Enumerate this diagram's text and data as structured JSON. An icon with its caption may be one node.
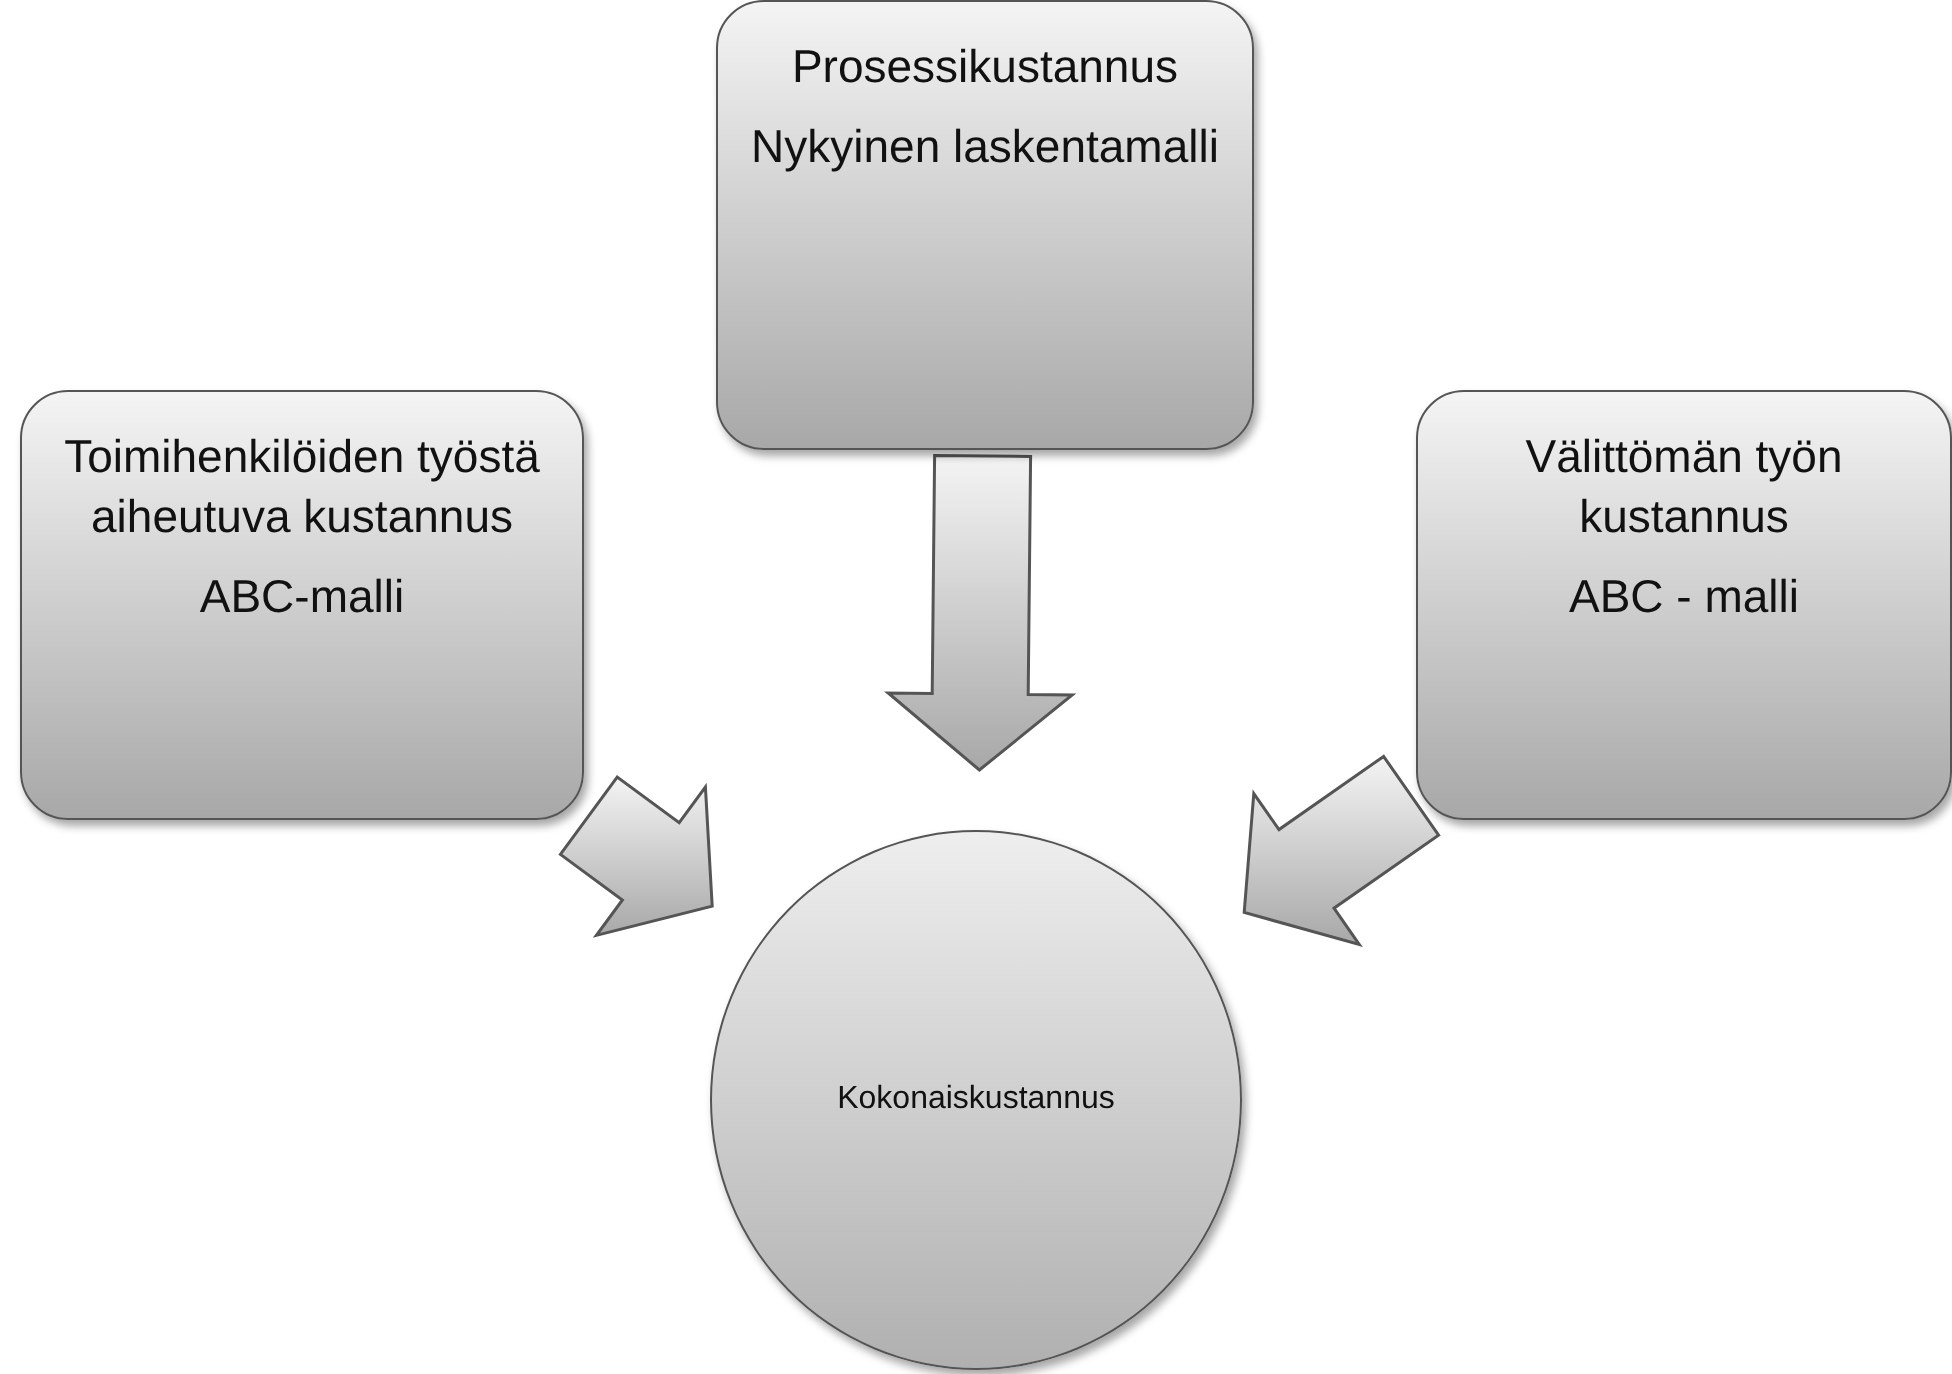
{
  "diagram": {
    "nodes": [
      {
        "text": [
          "Prosessikustannus",
          "Nykyinen laskentamalli"
        ]
      },
      {
        "text": [
          "Toimihenkilöiden työstä aiheutuva kustannus",
          "ABC-malli"
        ]
      },
      {
        "text": [
          "Välittömän työn kustannus",
          "ABC - malli"
        ]
      },
      {
        "text": [
          "Kokonaiskustannus"
        ]
      }
    ],
    "edges": [
      {
        "from": 0,
        "to": 3,
        "arrow": "to",
        "style": "thick"
      },
      {
        "from": 1,
        "to": 3,
        "arrow": "to",
        "style": "thick"
      },
      {
        "from": 2,
        "to": 3,
        "arrow": "to",
        "style": "thick"
      }
    ]
  }
}
